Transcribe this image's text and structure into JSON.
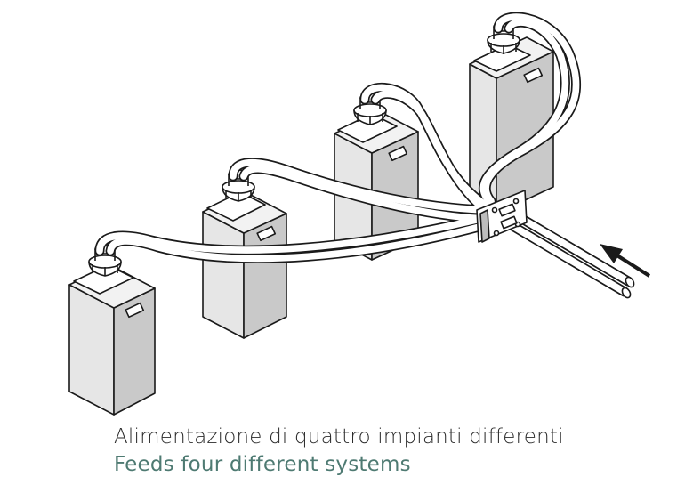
{
  "caption": {
    "italian": "Alimentazione di quattro impianti differenti",
    "english": "Feeds four different systems"
  },
  "colors": {
    "line": "#1a1a1a",
    "caption_main": "#2a2a2a",
    "caption_sub": "#4e7a72"
  },
  "diagram": {
    "units": [
      "unit-1",
      "unit-2",
      "unit-3",
      "unit-4"
    ],
    "manifold": "distribution-manifold",
    "inlet": "supply-pipes",
    "arrow": "flow-direction-arrow"
  }
}
